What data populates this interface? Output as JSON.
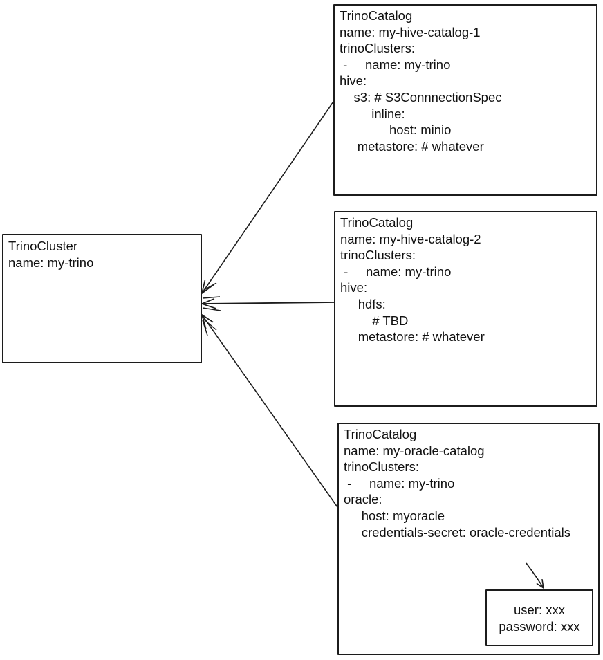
{
  "colors": {
    "stroke": "#1c1c1c",
    "text": "#111111",
    "background": "#ffffff"
  },
  "nodes": {
    "cluster": {
      "lines": [
        "TrinoCluster",
        "name: my-trino"
      ]
    },
    "catalog1": {
      "lines": [
        "TrinoCatalog",
        "name: my-hive-catalog-1",
        "trinoClusters:",
        " -     name: my-trino",
        "hive:",
        "    s3: # S3ConnnectionSpec",
        "         inline:",
        "              host: minio",
        "     metastore: # whatever"
      ]
    },
    "catalog2": {
      "lines": [
        "TrinoCatalog",
        "name: my-hive-catalog-2",
        "trinoClusters:",
        " -     name: my-trino",
        "hive:",
        "     hdfs:",
        "         # TBD",
        "     metastore: # whatever"
      ]
    },
    "catalog3": {
      "lines": [
        "TrinoCatalog",
        "name: my-oracle-catalog",
        "trinoClusters:",
        " -     name: my-trino",
        "oracle:",
        "     host: myoracle",
        "     credentials-secret: oracle-credentials"
      ]
    },
    "credentials": {
      "lines": [
        "user: xxx",
        "password: xxx"
      ]
    }
  }
}
